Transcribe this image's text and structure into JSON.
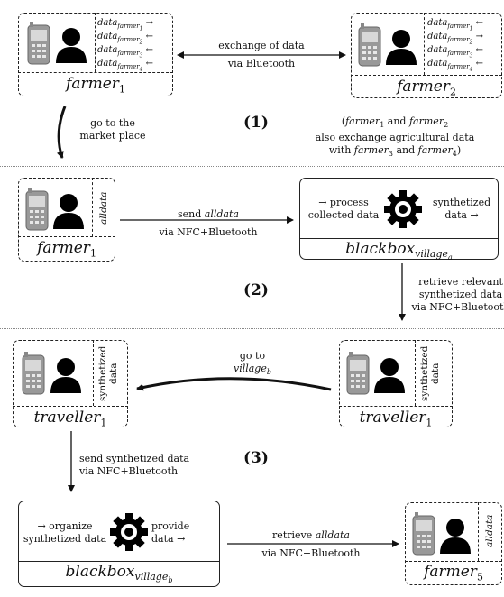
{
  "section1": {
    "farmer1": {
      "name": "farmer",
      "sub": "1",
      "data_items": [
        {
          "label": "data",
          "sub": "farmer",
          "subsub": "1",
          "arrow": "→"
        },
        {
          "label": "data",
          "sub": "farmer",
          "subsub": "2",
          "arrow": "←"
        },
        {
          "label": "data",
          "sub": "farmer",
          "subsub": "3",
          "arrow": "←"
        },
        {
          "label": "data",
          "sub": "farmer",
          "subsub": "4",
          "arrow": "←"
        }
      ]
    },
    "farmer2": {
      "name": "farmer",
      "sub": "2",
      "data_items": [
        {
          "label": "data",
          "sub": "farmer",
          "subsub": "1",
          "arrow": "←"
        },
        {
          "label": "data",
          "sub": "farmer",
          "subsub": "2",
          "arrow": "→"
        },
        {
          "label": "data",
          "sub": "farmer",
          "subsub": "3",
          "arrow": "←"
        },
        {
          "label": "data",
          "sub": "farmer",
          "subsub": "4",
          "arrow": "←"
        }
      ]
    },
    "exchange_line1": "exchange of data",
    "exchange_line2": "via Bluetooth",
    "market_line1": "go to the",
    "market_line2": "market place",
    "step": "(1)",
    "note": {
      "line1a": "(",
      "line1b": "farmer",
      "line1c": "1",
      "line1d": " and ",
      "line1e": "farmer",
      "line1f": "2",
      "line2": "also exchange agricultural data",
      "line3a": "with ",
      "line3b": "farmer",
      "line3c": "3",
      "line3d": " and ",
      "line3e": "farmer",
      "line3f": "4",
      "line3g": ")"
    }
  },
  "section2": {
    "farmer": {
      "name": "farmer",
      "sub": "1",
      "data": "alldata"
    },
    "send_line1a": "send ",
    "send_line1b": "alldata",
    "send_line2": "via NFC+Bluetooth",
    "blackbox": {
      "left_line1": "→ process",
      "left_line2": "collected data",
      "right_line1": "synthetized",
      "right_line2": "data →",
      "name": "blackbox",
      "sub": "village",
      "subsub": "a"
    },
    "step": "(2)",
    "retrieve_line1": "retrieve relevant",
    "retrieve_line2": "synthetized data",
    "retrieve_line3": "via NFC+Bluetooth"
  },
  "section3": {
    "traveller_left": {
      "name": "traveller",
      "sub": "1",
      "data_line1": "synthetized",
      "data_line2": "data"
    },
    "traveller_right": {
      "name": "traveller",
      "sub": "1",
      "data_line1": "synthetized",
      "data_line2": "data"
    },
    "goto_line1": "go to",
    "goto_line2": "village",
    "goto_sub": "b",
    "send_line1": "send synthetized data",
    "send_line2": "via NFC+Bluetooth",
    "step": "(3)",
    "blackbox": {
      "left_line1": "→ organize",
      "left_line2": "synthetized data",
      "right_line1": "provide",
      "right_line2": "data →",
      "name": "blackbox",
      "sub": "village",
      "subsub": "b"
    },
    "retrieve_line1a": "retrieve ",
    "retrieve_line1b": "alldata",
    "retrieve_line2": "via NFC+Bluetooth",
    "farmer5": {
      "name": "farmer",
      "sub": "5",
      "data": "alldata"
    }
  },
  "icons": {
    "phone": "mobile-phone-icon",
    "person": "person-silhouette-icon",
    "gear": "gear-icon"
  }
}
